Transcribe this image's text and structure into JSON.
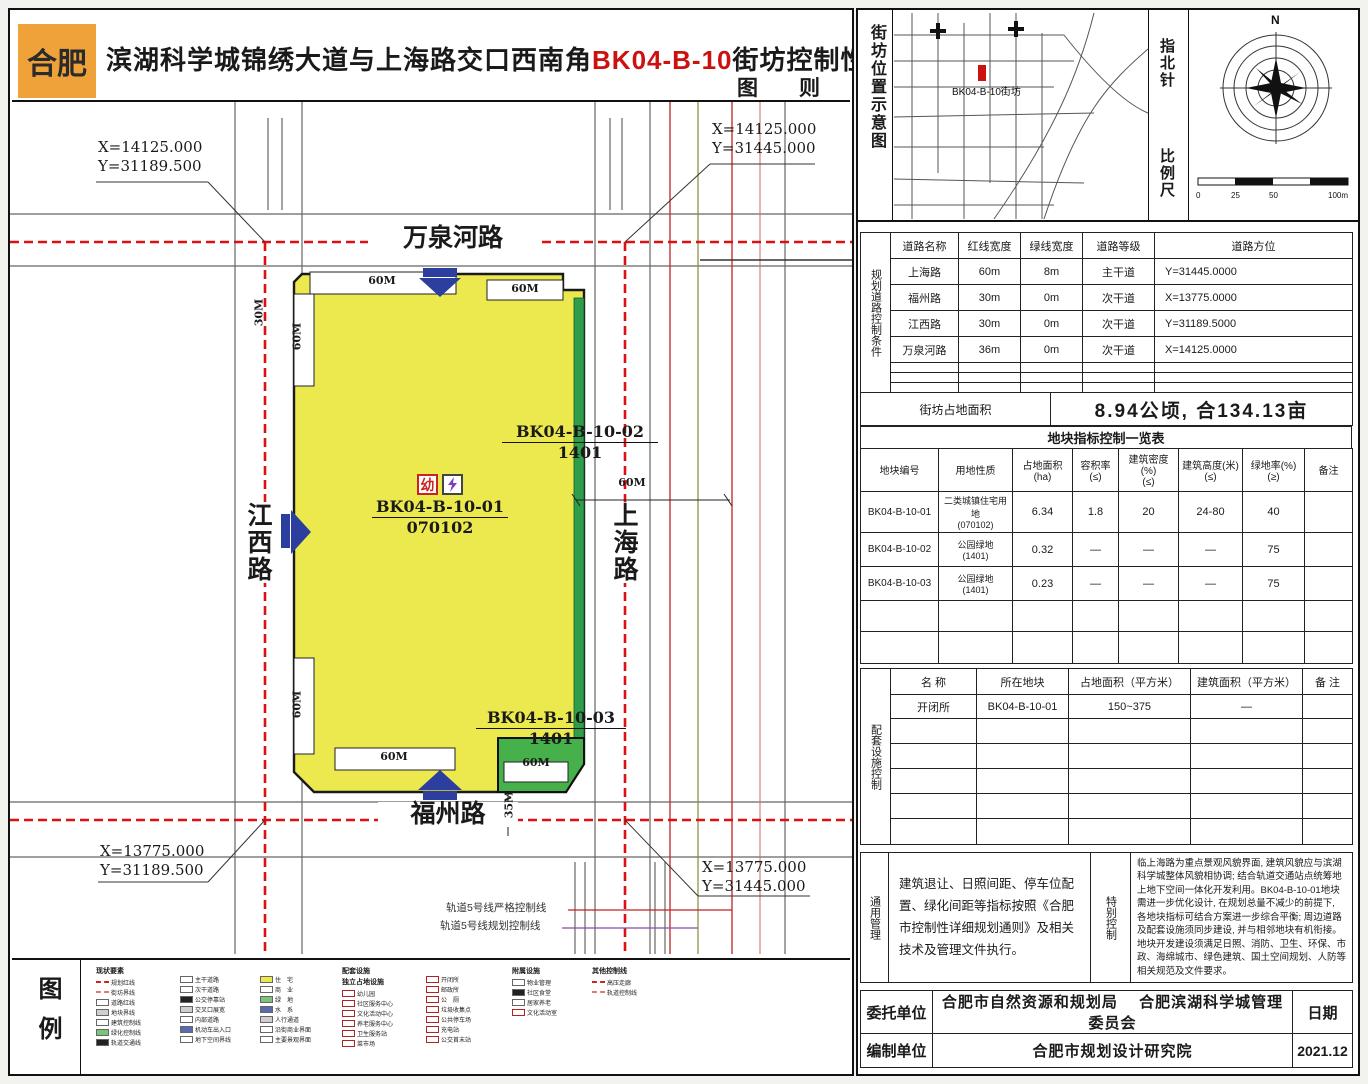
{
  "title": {
    "city": "合肥",
    "line_prefix": "滨湖科学城锦绣大道与上海路交口西南角",
    "line_code": "BK04-B-10",
    "line_suffix": "街坊控制性详细规划",
    "subtitle": "图　则"
  },
  "colors": {
    "accent_orange": "#efa23a",
    "parcel_yellow": "#ece94e",
    "park_green": "#46b14b",
    "boundary_red": "#dd1111",
    "arrow_blue": "#2c3f9e",
    "code_red": "#cc1111"
  },
  "map": {
    "road_north": "万泉河路",
    "road_south": "福州路",
    "road_west": "江西路",
    "road_east": "上海路",
    "coord_tl": {
      "x": "X=14125.000",
      "y": "Y=31189.500"
    },
    "coord_tr": {
      "x": "X=14125.000",
      "y": "Y=31445.000"
    },
    "coord_bl": {
      "x": "X=13775.000",
      "y": "Y=31189.500"
    },
    "coord_br": {
      "x": "X=13775.000",
      "y": "Y=31445.000"
    },
    "parcel_main": {
      "code": "BK04-B-10-01",
      "use": "070102"
    },
    "parcel_02": {
      "code": "BK04-B-10-02",
      "use": "1401"
    },
    "parcel_03": {
      "code": "BK04-B-10-03",
      "use": "1401"
    },
    "icon_kindergarten": "幼",
    "dims": {
      "top_left": "60M",
      "top_right": "60M",
      "left_upper": "60M",
      "left_lower": "60M",
      "bottom": "60M",
      "east": "60M",
      "green": "60M",
      "west": "30M",
      "south": "35M"
    },
    "rail_note_1": "轨道5号线严格控制线",
    "rail_note_2": "轨道5号线规划控制线"
  },
  "side": {
    "location_title": "街坊位置示意图",
    "location_marker": "BK04-B-10街坊",
    "compass_title": "指北针",
    "north_label": "N",
    "scale_title": "比例尺",
    "scale_ticks": [
      "0",
      "25",
      "50",
      "100m"
    ]
  },
  "road_table": {
    "side_label": "规划道路控制条件",
    "headers": [
      "道路名称",
      "红线宽度",
      "绿线宽度",
      "道路等级",
      "道路方位"
    ],
    "rows": [
      [
        "上海路",
        "60m",
        "8m",
        "主干道",
        "Y=31445.0000"
      ],
      [
        "福州路",
        "30m",
        "0m",
        "次干道",
        "X=13775.0000"
      ],
      [
        "江西路",
        "30m",
        "0m",
        "次干道",
        "Y=31189.5000"
      ],
      [
        "万泉河路",
        "36m",
        "0m",
        "次干道",
        "X=14125.0000"
      ]
    ]
  },
  "area": {
    "label": "街坊占地面积",
    "value": "8.94公顷, 合134.13亩"
  },
  "index_table": {
    "title": "地块指标控制一览表",
    "headers": [
      "地块编号",
      "用地性质",
      "占地面积(ha)",
      "容积率\n(≤)",
      "建筑密度(%)\n(≤)",
      "建筑高度(米)\n(≤)",
      "绿地率(%)\n(≥)",
      "备注"
    ],
    "rows": [
      [
        "BK04-B-10-01",
        "二类城镇住宅用地\n(070102)",
        "6.34",
        "1.8",
        "20",
        "24-80",
        "40",
        ""
      ],
      [
        "BK04-B-10-02",
        "公园绿地\n(1401)",
        "0.32",
        "—",
        "—",
        "—",
        "75",
        ""
      ],
      [
        "BK04-B-10-03",
        "公园绿地\n(1401)",
        "0.23",
        "—",
        "—",
        "—",
        "75",
        ""
      ]
    ]
  },
  "facility_table": {
    "side_label": "配套设施控制",
    "headers": [
      "名    称",
      "所在地块",
      "占地面积（平方米）",
      "建筑面积（平方米）",
      "备    注"
    ],
    "rows": [
      [
        "开闭所",
        "BK04-B-10-01",
        "150~375",
        "—",
        ""
      ]
    ]
  },
  "management": {
    "general_label": "通用管理",
    "general_text": "建筑退让、日照间距、停车位配置、绿化间距等指标按照《合肥市控制性详细规划通则》及相关技术及管理文件执行。",
    "special_label": "特别控制",
    "special_text": "临上海路为重点景观风貌界面, 建筑风貌应与滨湖科学城整体风貌相协调; 结合轨道交通站点统筹地上地下空间一体化开发利用。BK04-B-10-01地块需进一步优化设计, 在规划总量不减少的前提下, 各地块指标可结合方案进一步综合平衡; 周边道路及配套设施须同步建设, 并与相邻地块有机衔接。地块开发建设须满足日照、消防、卫生、环保、市政、海绵城市、绿色建筑、国土空间规划、人防等相关规范及文件要求。"
  },
  "footer": {
    "rows": [
      {
        "label": "委托单位",
        "value": "合肥市自然资源和规划局　 合肥滨湖科学城管理委员会",
        "right": "日期"
      },
      {
        "label": "编制单位",
        "value": "合肥市规划设计研究院",
        "right": "2021.12"
      }
    ]
  },
  "legend": {
    "label": "图例",
    "g1_header": "现状要素",
    "g1": [
      "规划红线",
      "街坊界线",
      "道路红线",
      "地块界线",
      "建筑控制线",
      "绿化控制线",
      "轨道交通线"
    ],
    "g2": [
      "主干道路",
      "次干道路",
      "公交停靠站",
      "交叉口展宽",
      "内部道路",
      "机动车出入口",
      "地下空间界线"
    ],
    "g3": [
      "住　宅",
      "商　业",
      "绿　地",
      "水　系",
      "人行通道",
      "沿街商业界面",
      "主要景观界面"
    ],
    "g4_header": "配套设施",
    "g4_sub": "独立占地设施",
    "g4": [
      "幼儿园",
      "社区服务中心",
      "文化活动中心",
      "养老服务中心",
      "卫生服务站",
      "菜市场"
    ],
    "g5": [
      "开闭所",
      "邮政所",
      "公　厕",
      "垃圾收集点",
      "公共停车场",
      "充电站",
      "公交首末站"
    ],
    "g6_header": "附属设施",
    "g6": [
      "物业管理",
      "社区食堂",
      "居家养老",
      "文化活动室"
    ],
    "g7_header": "其他控制线",
    "g7": [
      "高压走廊",
      "轨道控制线"
    ]
  }
}
